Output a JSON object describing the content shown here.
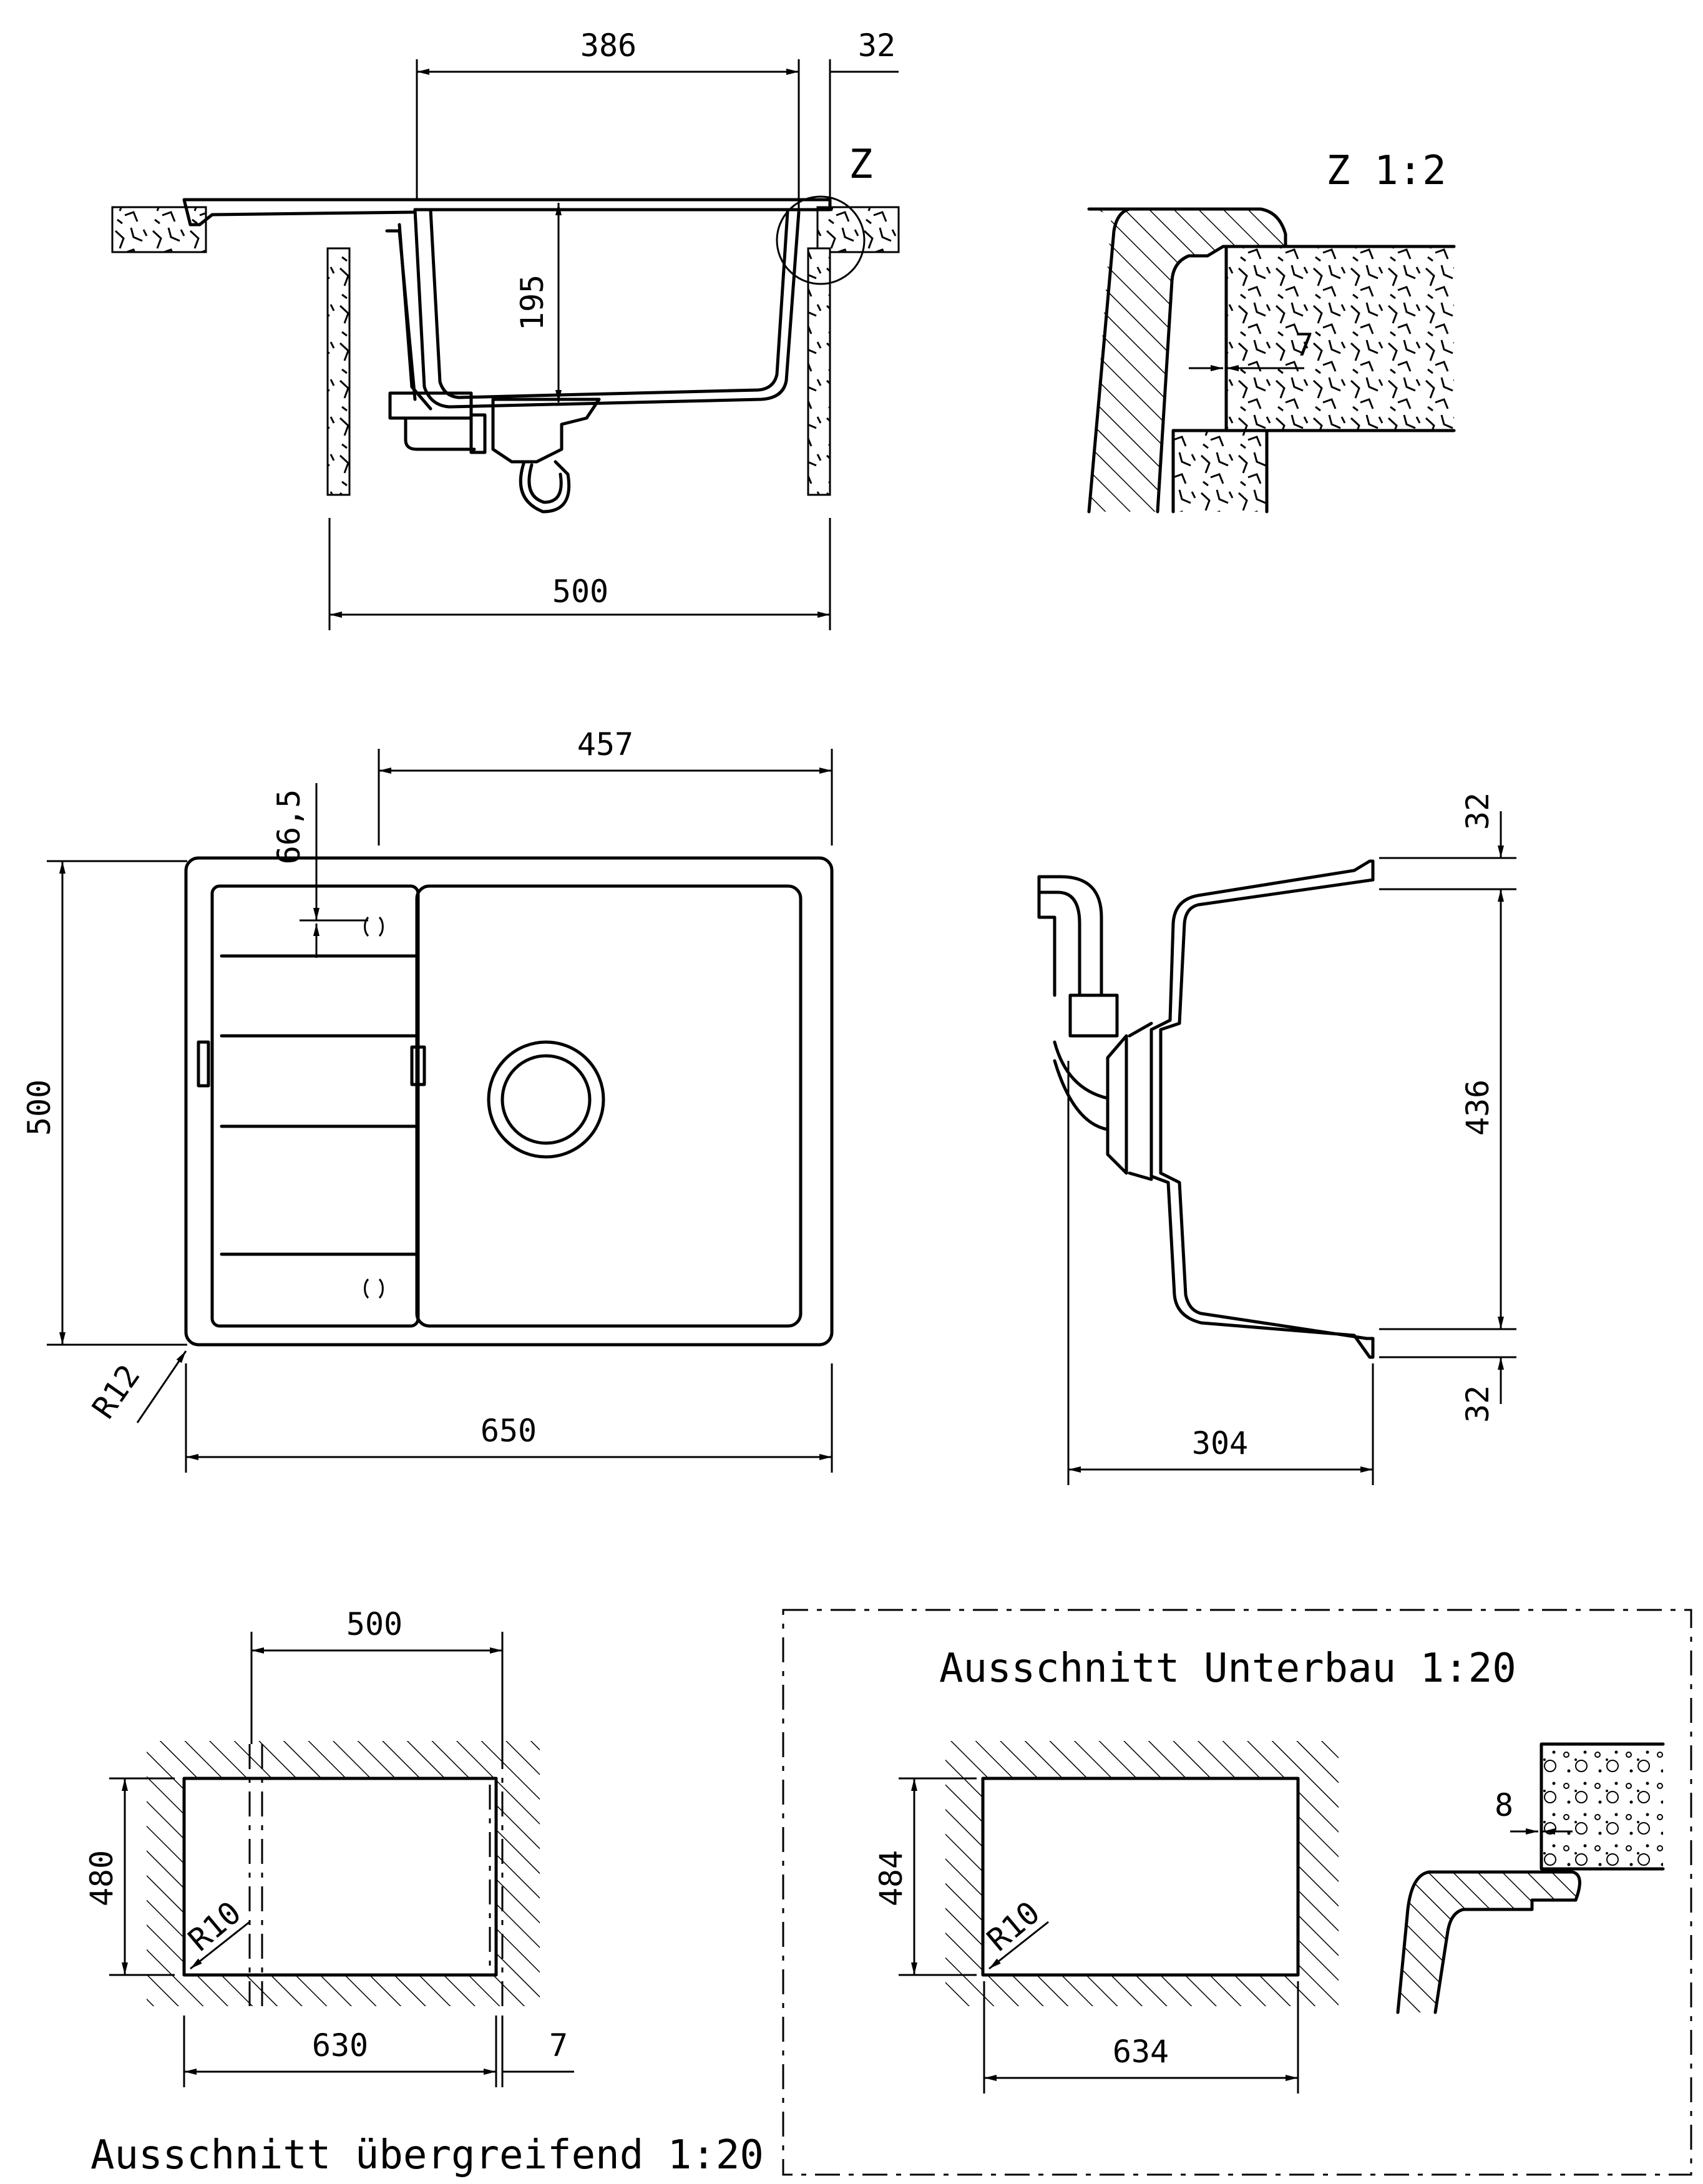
{
  "labels": {
    "detail_marker": "Z",
    "detail_title": "Z 1:2",
    "cutout_overlap_title": "Ausschnitt übergreifend 1:20",
    "cutout_undermount_title": "Ausschnitt Unterbau 1:20"
  },
  "dimensions": {
    "front_bowl_width": "386",
    "front_rim": "32",
    "front_depth": "195",
    "front_cabinet": "500",
    "detail_gap": "7",
    "top_bowl_width": "457",
    "top_overflow": "66,5",
    "top_height": "500",
    "top_width": "650",
    "top_radius": "R12",
    "side_rim_top": "32",
    "side_inner": "436",
    "side_rim_bottom": "32",
    "side_depth": "304",
    "cut1_inner": "500",
    "cut1_height": "480",
    "cut1_width": "630",
    "cut1_gap": "7",
    "cut1_radius": "R10",
    "cut2_height": "484",
    "cut2_width": "634",
    "cut2_radius": "R10",
    "cut2_gap": "8"
  }
}
